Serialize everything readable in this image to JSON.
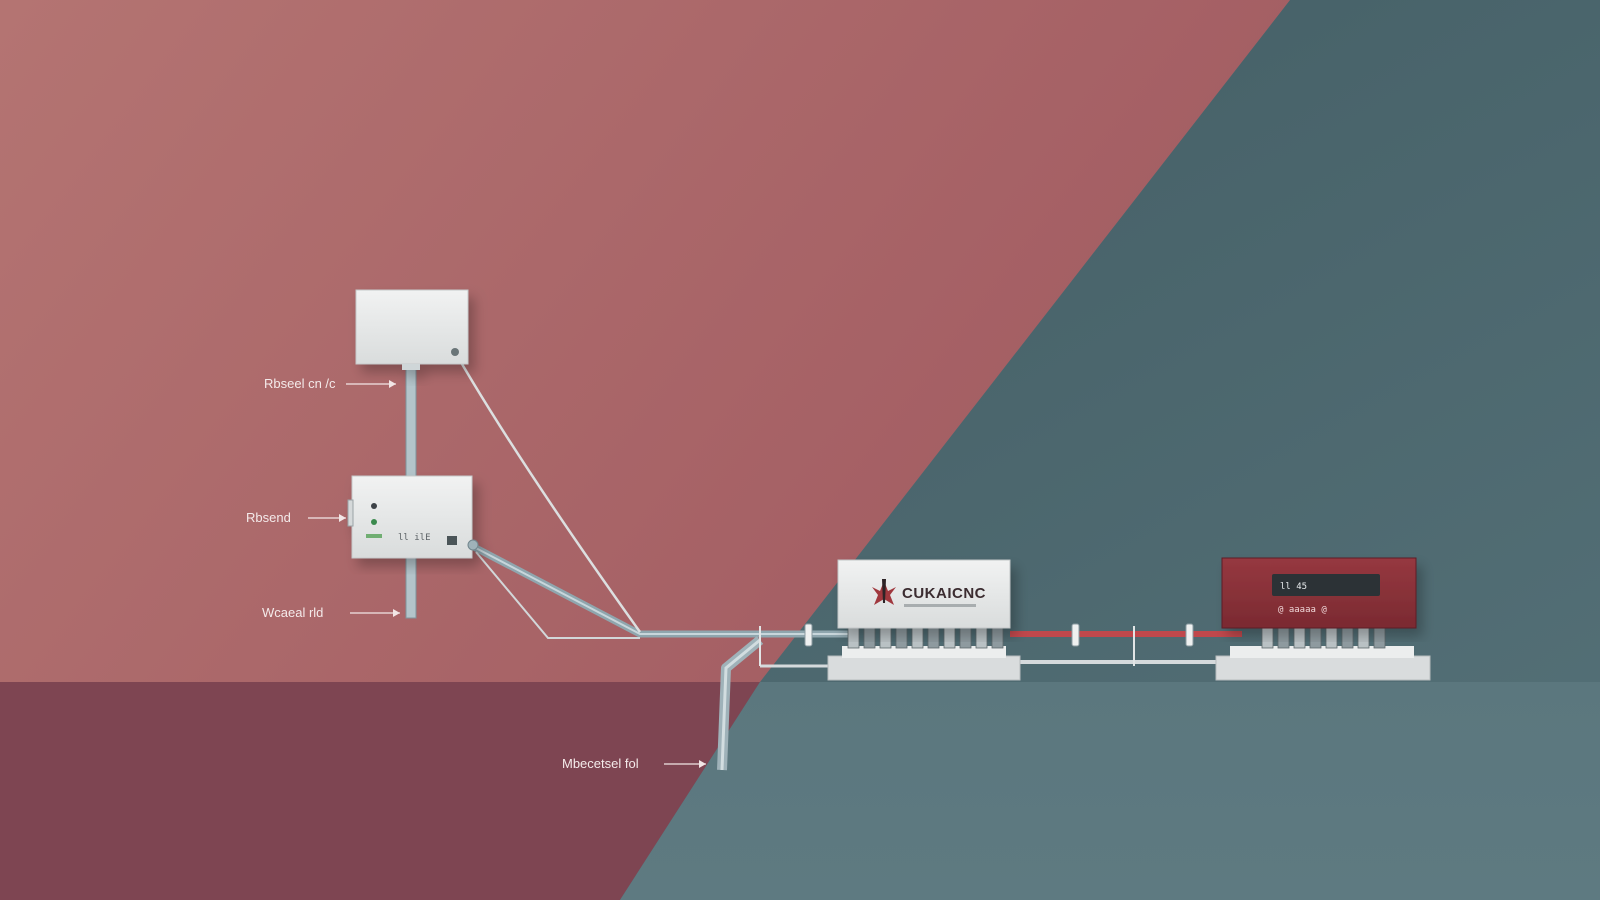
{
  "colors": {
    "wall_rose": "#b0706f",
    "wall_rose_dark": "#a35f63",
    "floor_maroon": "#7e4552",
    "wall_teal": "#4a6870",
    "floor_teal": "#5a767d",
    "device_white": "#e9ebeb",
    "pipe_steel": "#a9bcc4",
    "heater_red": "#8a3037",
    "accent_red": "#c0484c"
  },
  "callouts": [
    {
      "id": "top-pipe",
      "text": "Rbseel cn /c"
    },
    {
      "id": "middle-box",
      "text": "Rbsend"
    },
    {
      "id": "lower-pipe",
      "text": "Wcaeal rld"
    },
    {
      "id": "floor-pipe",
      "text": "Mbecetsel fol"
    }
  ],
  "devices": {
    "upper_box": {
      "name": "upper-wall-box"
    },
    "control_box": {
      "name": "control-box",
      "label": "ll ilE"
    },
    "main_unit": {
      "brand": "CUKAICNC"
    },
    "heater_unit": {
      "display": "ll 45",
      "footer": "@ aaaaa @"
    }
  }
}
